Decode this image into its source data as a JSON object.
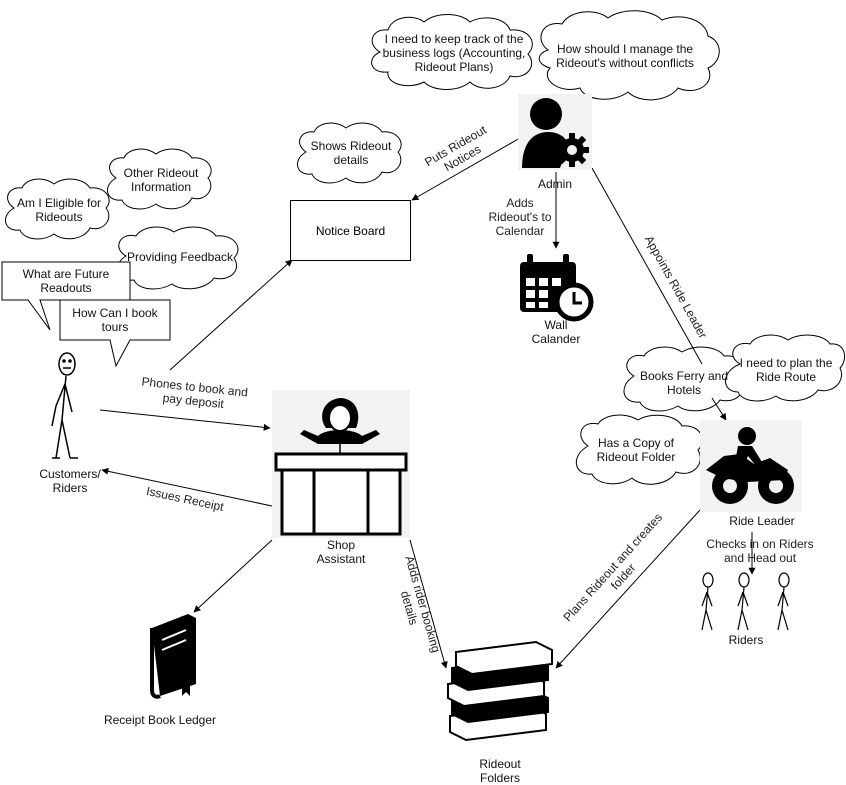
{
  "actors": {
    "customers": "Customers/\nRiders",
    "admin": "Admin",
    "shop_assistant": "Shop\nAssistant",
    "ride_leader": "Ride Leader",
    "riders": "Riders"
  },
  "objects": {
    "notice_board": "Notice Board",
    "wall_calendar": "Wall\nCalander",
    "receipt_book": "Receipt Book Ledger",
    "rideout_folders": "Rideout\nFolders"
  },
  "thoughts": {
    "admin_logs": "I need to keep track of the\nbusiness logs (Accounting,\nRideout Plans)",
    "admin_conflicts": "How should I manage the\nRideout's without conflicts",
    "notice_details": "Shows Rideout\ndetails",
    "other_info": "Other Rideout\nInformation",
    "eligible": "Am I Eligible for\nRideouts",
    "feedback": "Providing Feedback",
    "ferry_hotels": "Books Ferry and\nHotels",
    "plan_route": "I need to plan the\nRide Route",
    "copy_folder": "Has a Copy of\nRideout Folder"
  },
  "callouts": {
    "future_readouts": "What are Future\nReadouts",
    "book_tours": "How Can I book\ntours"
  },
  "edges": {
    "puts_notices": "Puts Rideout\nNotices",
    "adds_calendar": "Adds\nRideout's to\nCalendar",
    "appoints_leader": "Appoints Ride Leader",
    "phones_book": "Phones to book and\npay deposit",
    "issues_receipt": "Issues Receipt",
    "adds_rider_details": "Adds rider booking\ndetails",
    "plans_rideout": "Plans Rideout and creates\nfolder",
    "checks_in": "Checks in on Riders\nand Head out"
  }
}
